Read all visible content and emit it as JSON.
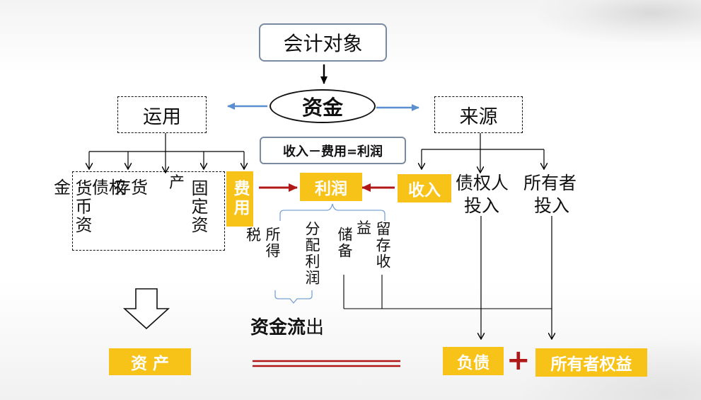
{
  "accounting_object": "会计对象",
  "funds": "资金",
  "use": "运用",
  "source": "来源",
  "formula": "收入－费用=利润",
  "use_items": {
    "cash": [
      "金",
      "货币资"
    ],
    "claims": "债权",
    "inventory": "存货",
    "goods": "产",
    "fixed": "固定资"
  },
  "expense": "费用",
  "profit": "利润",
  "income": "收入",
  "creditor_investment": [
    "债权人",
    "投入"
  ],
  "owner_investment": [
    "所有者",
    "投入"
  ],
  "profit_items": {
    "tax": "税",
    "income_tax": "所得",
    "distributed_profit": "分配利润",
    "reserves": "储备",
    "surplus": "益",
    "retained": "留存收"
  },
  "fund_outflow": [
    "资金流",
    "出"
  ],
  "assets": "资 产",
  "liabilities": "负债",
  "plus_sign": "+",
  "owners_equity": "所有者权益",
  "colors": {
    "gold": "#f7c318",
    "dark_red": "#b01818",
    "blue_arrow": "#5b8fd0"
  }
}
